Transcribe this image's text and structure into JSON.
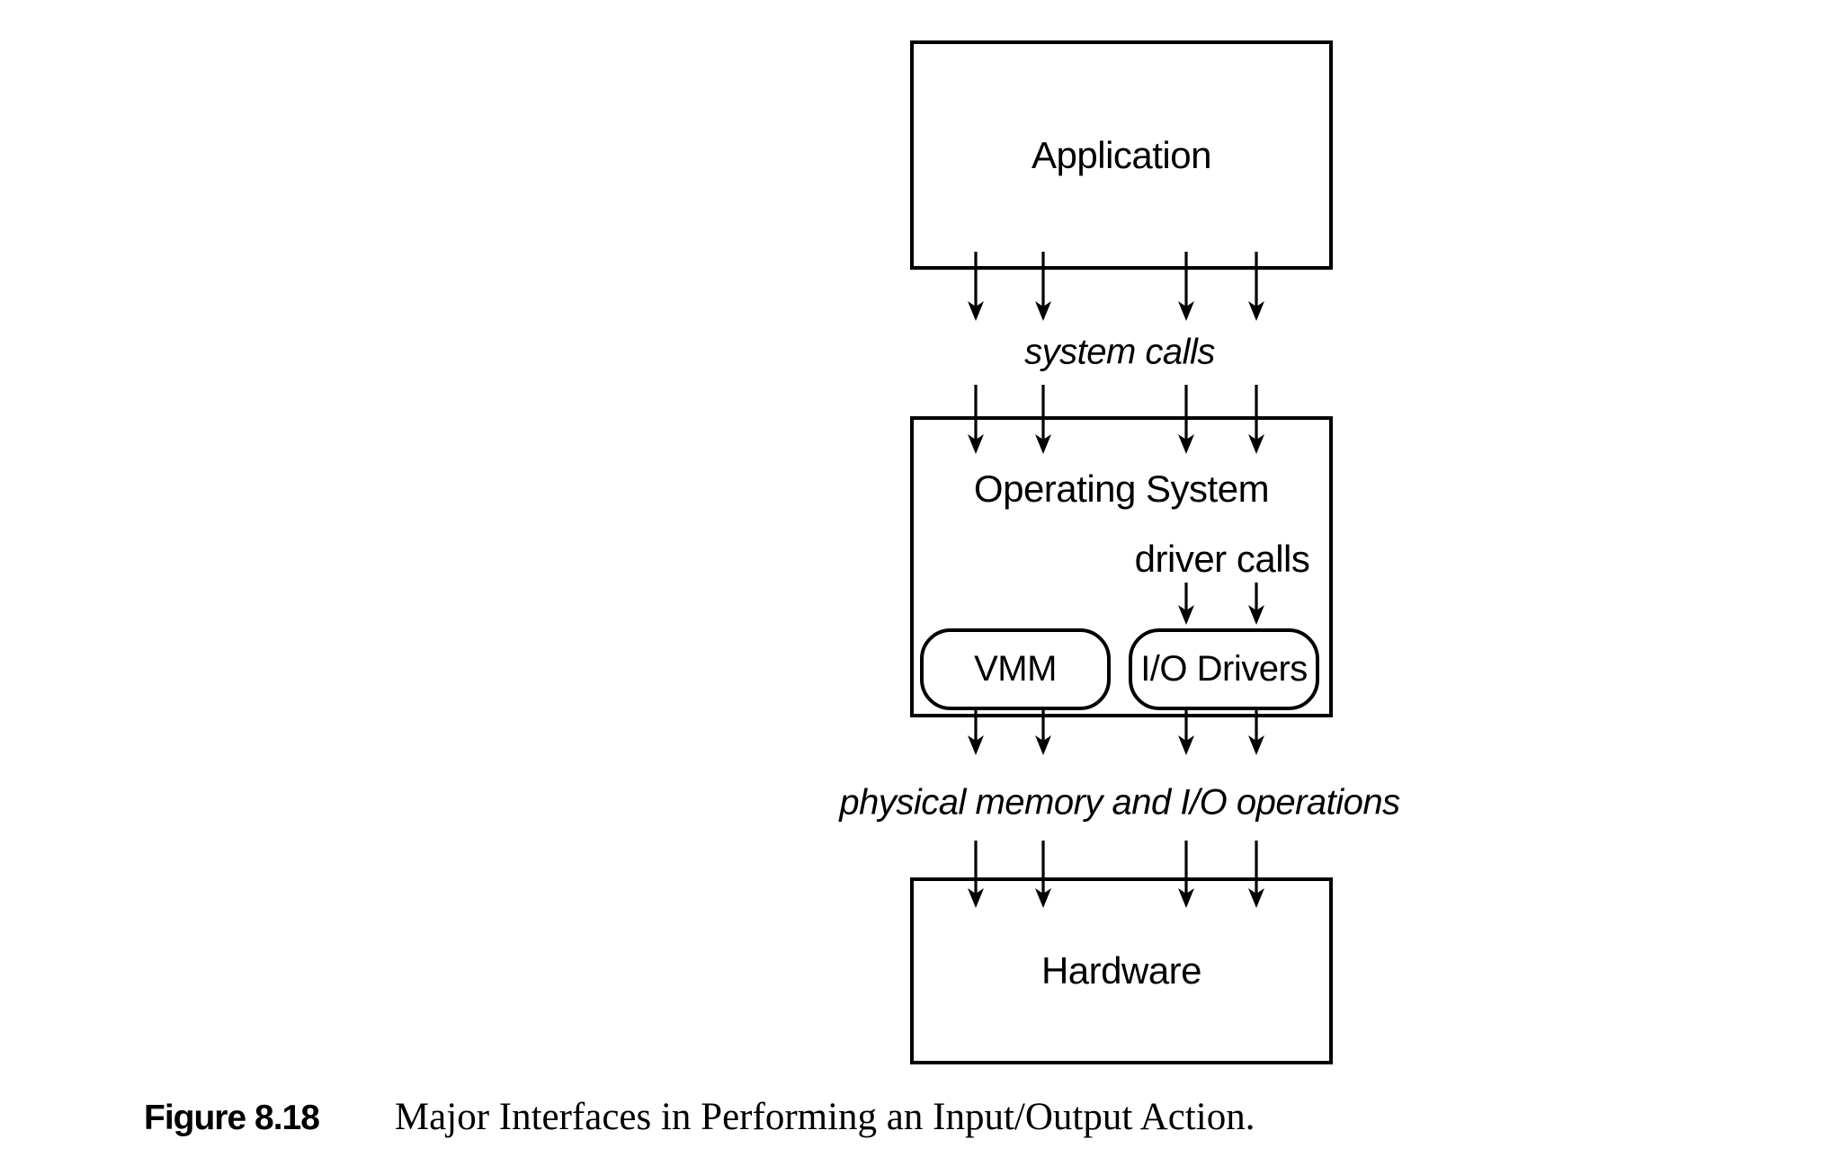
{
  "figure": {
    "caption": {
      "number": "Figure 8.18",
      "title": "Major Interfaces in Performing an Input/Output Action."
    }
  },
  "diagram": {
    "layers": {
      "application": "Application",
      "operating_system": "Operating System",
      "hardware": "Hardware"
    },
    "modules": {
      "vmm": "VMM",
      "io_drivers": "I/O Drivers"
    },
    "interface_labels": {
      "system_calls": "system calls",
      "driver_calls": "driver calls",
      "physical_ops": "physical memory and I/O operations"
    },
    "colors": {
      "stroke": "#000000",
      "background": "#ffffff"
    }
  }
}
